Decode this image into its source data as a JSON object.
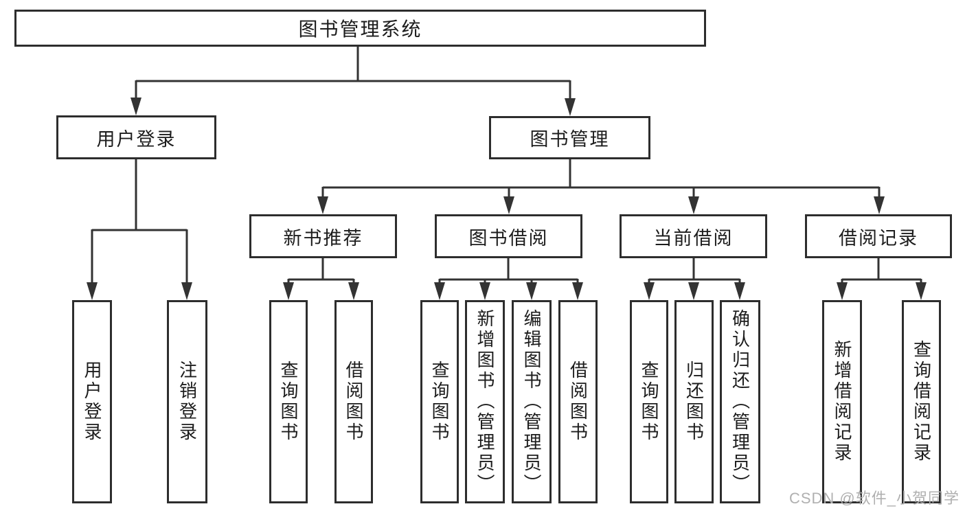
{
  "tree": {
    "root": {
      "label": "图书管理系统"
    },
    "branches": [
      {
        "id": "user-login",
        "label": "用户登录",
        "children": [
          "用户登录",
          "注销登录"
        ]
      },
      {
        "id": "book-management",
        "label": "图书管理",
        "groups": [
          {
            "label": "新书推荐",
            "children": [
              "查询图书",
              "借阅图书"
            ]
          },
          {
            "label": "图书借阅",
            "children": [
              "查询图书",
              "新增图书（管理员）",
              "编辑图书（管理员）",
              "借阅图书"
            ]
          },
          {
            "label": "当前借阅",
            "children": [
              "查询图书",
              "归还图书",
              "确认归还（管理员）"
            ]
          },
          {
            "label": "借阅记录",
            "children": [
              "新增借阅记录",
              "查询借阅记录"
            ]
          }
        ]
      }
    ]
  },
  "watermark": {
    "text": "CSDN @软件_小贺同学"
  },
  "colors": {
    "line": "#333333",
    "box_border": "#2d2d2d",
    "text": "#1c1c1c",
    "watermark": "#b0b0b0",
    "background": "#ffffff"
  }
}
